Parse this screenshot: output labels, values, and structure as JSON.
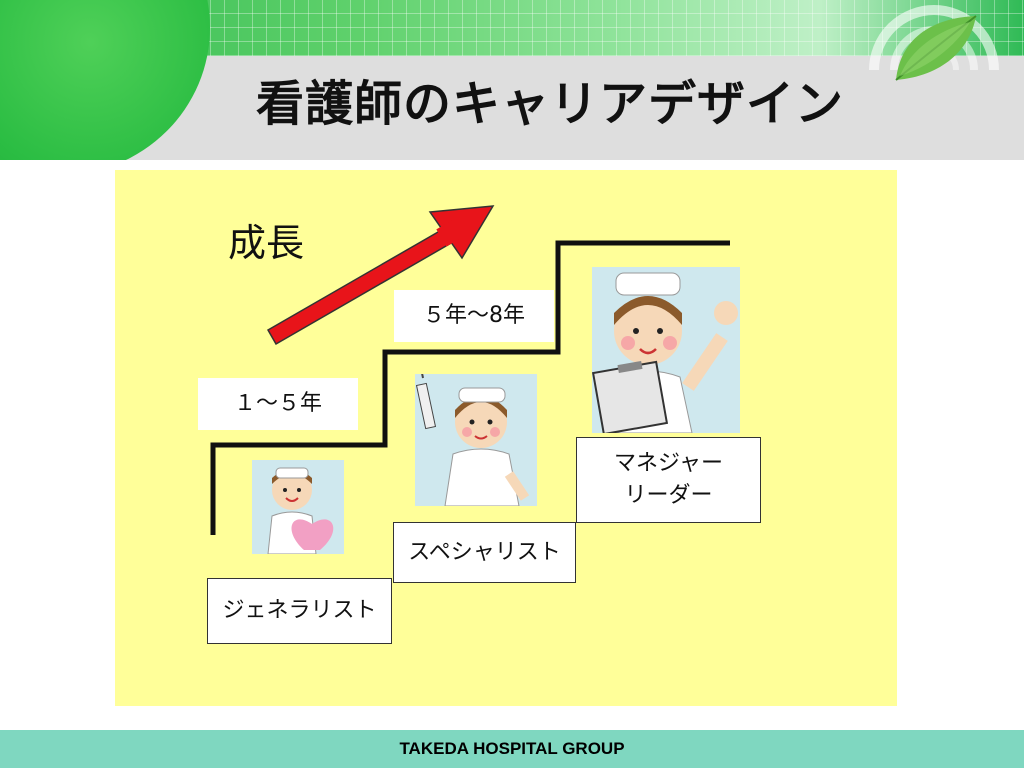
{
  "slide": {
    "title": "看護師のキャリアデザイン",
    "growth_label": "成長",
    "periods": {
      "first": "１〜５年",
      "second": "５年〜8年"
    },
    "roles": {
      "generalist": "ジェネラリスト",
      "specialist": "スペシャリスト",
      "manager_line1": "マネジャー",
      "manager_line2": "リーダー"
    },
    "footer": "TAKEDA HOSPITAL GROUP"
  },
  "colors": {
    "panel": "#ffff99",
    "arrow": "#e8141a",
    "footer": "#7fd7c0",
    "header_green": "#2bbd43"
  },
  "icons": {
    "arrow": "growth-arrow-icon",
    "leaf": "leaf-icon",
    "nurse_heart": "nurse-with-heart",
    "nurse_syringe": "nurse-with-syringe",
    "nurse_clipboard": "nurse-with-clipboard"
  }
}
